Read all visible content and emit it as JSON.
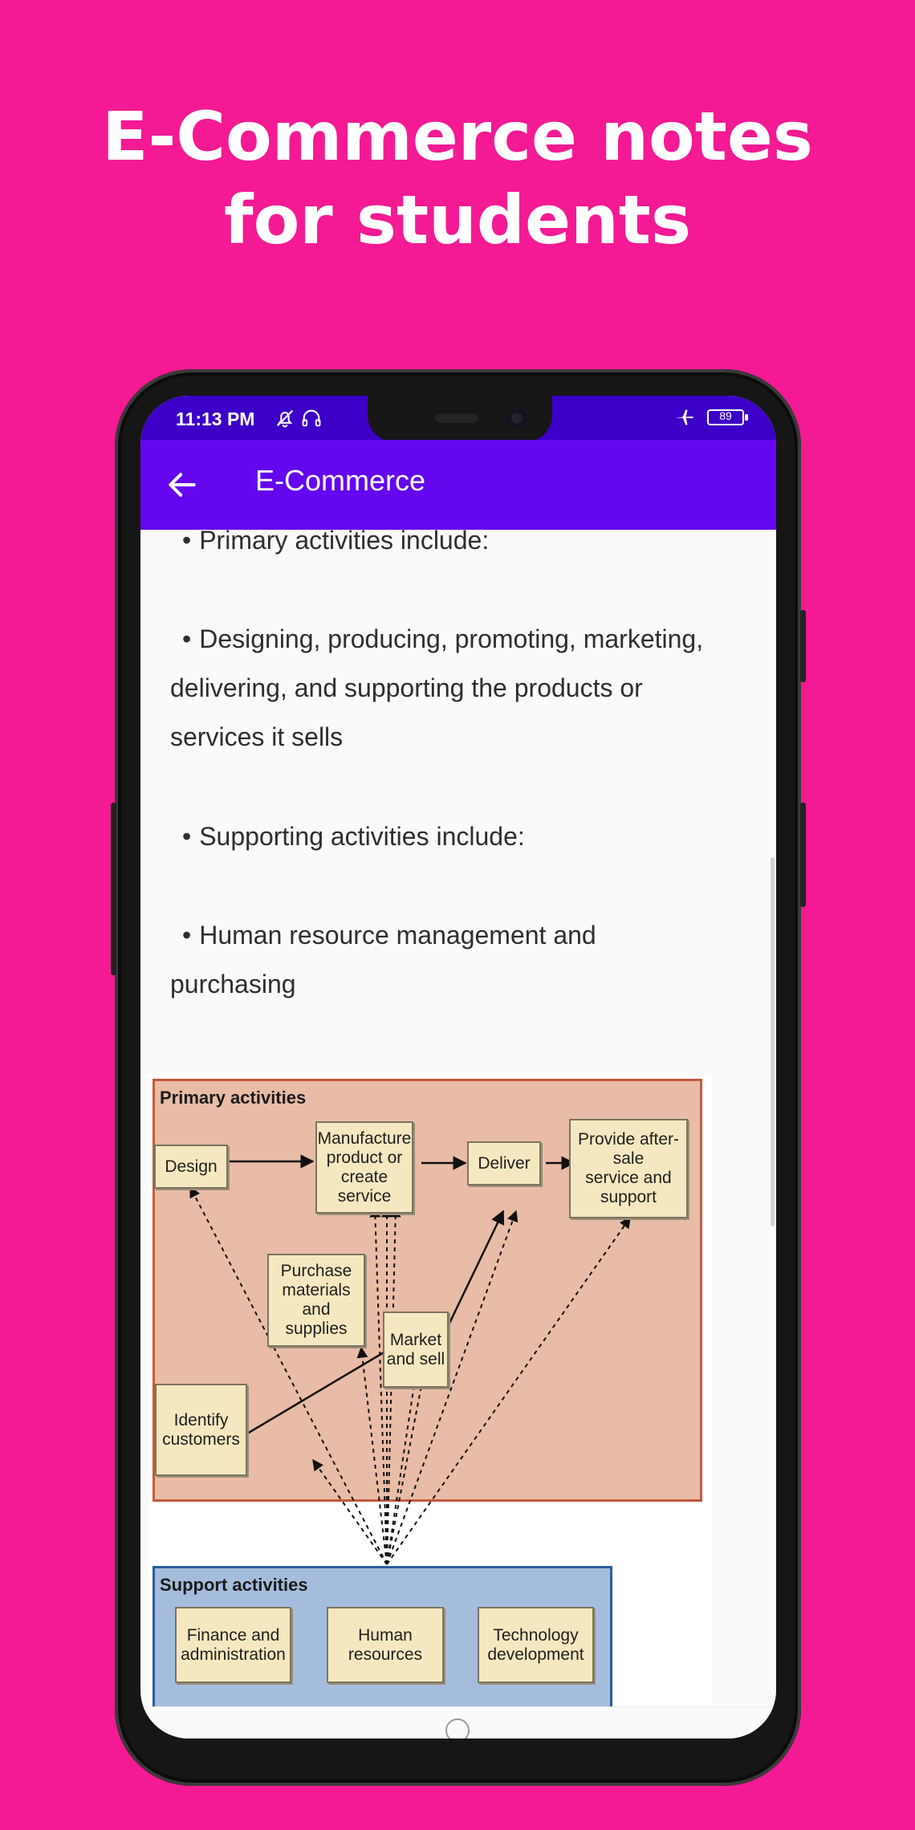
{
  "promo": {
    "title_line1": "E-Commerce notes",
    "title_line2": "for students"
  },
  "status_bar": {
    "time": "11:13 PM",
    "battery": "89",
    "icons_left": [
      "mute-alarm-icon",
      "headset-icon"
    ],
    "icons_right": [
      "airplane-icon",
      "battery-icon"
    ]
  },
  "app_bar": {
    "back_icon": "arrow-left-icon",
    "title": "E-Commerce"
  },
  "content": {
    "bullet": "•",
    "paragraphs": [
      "Primary activities include:",
      "Designing, producing, promoting, marketing, delivering, and supporting the products or services it sells",
      "Supporting activities include:",
      "Human resource management and purchasing"
    ]
  },
  "diagram": {
    "primary_label": "Primary activities",
    "support_label": "Support activities",
    "primary_boxes": {
      "design": "Design",
      "manufacture": "Manufacture\nproduct or\ncreate service",
      "deliver": "Deliver",
      "after_sale": "Provide after-sale\nservice and\nsupport",
      "purchase": "Purchase\nmaterials and\nsupplies",
      "market": "Market\nand sell",
      "identify": "Identify\ncustomers"
    },
    "support_boxes": {
      "finance": "Finance and\nadministration",
      "hr": "Human\nresources",
      "tech": "Technology\ndevelopment"
    }
  },
  "colors": {
    "promo_background": "#f41a94",
    "status_bar": "#3c00c8",
    "app_bar": "#6407ee",
    "primary_panel": "#e9bca7",
    "support_panel": "#a5bddd",
    "box_fill": "#f5e8c0"
  }
}
